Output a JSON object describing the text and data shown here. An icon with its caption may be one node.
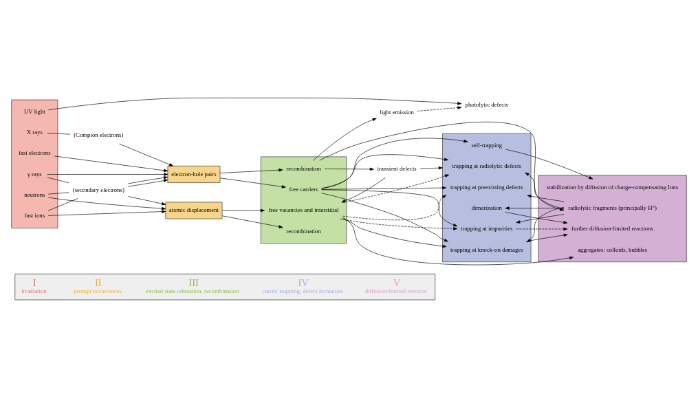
{
  "diagram": {
    "nodes": [
      {
        "text": [],
        "shape": "box"
      },
      {
        "text": [
          "I",
          "irradiation"
        ],
        "in": 0
      },
      {
        "text": [
          "II",
          "prompt occurrences"
        ],
        "in": 0
      },
      {
        "text": [
          "III",
          "excited state relaxation, recombination"
        ],
        "in": 0
      },
      {
        "text": [
          "IV",
          "carrier trapping, defect formation"
        ],
        "in": 0
      },
      {
        "text": [
          "V",
          "diffusion-limited reaction"
        ],
        "in": 0
      },
      {
        "text": [],
        "shape": "box"
      },
      {
        "text": [
          "UV light"
        ],
        "in": 6
      },
      {
        "text": [
          "X rays"
        ],
        "in": 6
      },
      {
        "text": [
          "γ rays"
        ],
        "in": 6
      },
      {
        "text": [
          "fast electrons"
        ],
        "in": 6
      },
      {
        "text": [
          "neutrons"
        ],
        "in": 6
      },
      {
        "text": [
          "fast ions"
        ],
        "in": 6
      },
      {
        "text": [
          "(Compton electrons)"
        ]
      },
      {
        "text": [
          "(secondary electrons)"
        ]
      },
      {
        "text": [
          "electron-hole pairs"
        ]
      },
      {
        "text": [
          "atomic displacement"
        ]
      },
      {
        "text": [
          "photolytic defects"
        ]
      },
      {
        "text": [
          "light emission"
        ]
      },
      {
        "text": [],
        "shape": "box"
      },
      {
        "text": [
          "recombination"
        ],
        "in": 19
      },
      {
        "text": [
          "free carriers"
        ],
        "in": 19
      },
      {
        "text": [
          "free vacancies and interstitial"
        ],
        "in": 19
      },
      {
        "text": [
          "recombination"
        ],
        "in": 19
      },
      {
        "text": [
          "transient defects"
        ]
      },
      {
        "text": [],
        "shape": "box"
      },
      {
        "text": [
          "trapping at radiolytic defects"
        ],
        "in": 25
      },
      {
        "text": [
          "trapping at preexisting defects"
        ],
        "in": 25
      },
      {
        "text": [
          "trapping at impurities"
        ],
        "in": 25
      },
      {
        "text": [
          "trapping at knock-on damages"
        ],
        "in": 25
      },
      {
        "text": [
          "dimerization"
        ],
        "in": 25
      },
      {
        "text": [
          "self-trapping"
        ],
        "in": 25
      },
      {
        "text": [],
        "shape": "box"
      },
      {
        "text": [
          "radiolytic fragments (principally H°)"
        ],
        "in": 32
      },
      {
        "text": [
          "further diffusion-limited reactions"
        ],
        "in": 32
      },
      {
        "text": [
          "stabilization by diffusion of charge-compensating Ions"
        ],
        "in": 32
      },
      {
        "text": [
          "aggregates: colloids, bubbles"
        ],
        "in": 32
      }
    ],
    "edges": [
      {
        "from": 7,
        "to": 17,
        "arrow": "to"
      },
      {
        "from": 8,
        "to": 13,
        "arrow": "none"
      },
      {
        "from": 13,
        "to": 15,
        "arrow": "to"
      },
      {
        "from": 9,
        "to": 15,
        "arrow": "to"
      },
      {
        "from": 9,
        "to": 14,
        "arrow": "none"
      },
      {
        "from": 10,
        "to": 15,
        "arrow": "to"
      },
      {
        "from": 14,
        "to": 15,
        "arrow": "to"
      },
      {
        "from": 14,
        "to": 15,
        "arrow": "to"
      },
      {
        "from": 11,
        "to": 14,
        "arrow": "none"
      },
      {
        "from": 12,
        "to": 14,
        "arrow": "none"
      },
      {
        "from": 14,
        "to": 16,
        "arrow": "to"
      },
      {
        "from": 11,
        "to": 16,
        "arrow": "to"
      },
      {
        "from": 12,
        "to": 16,
        "arrow": "to"
      },
      {
        "from": 15,
        "to": 20,
        "arrow": "to"
      },
      {
        "from": 15,
        "to": 21,
        "arrow": "to"
      },
      {
        "from": 16,
        "to": 22,
        "arrow": "to"
      },
      {
        "from": 16,
        "to": 23,
        "arrow": "to"
      },
      {
        "from": 20,
        "to": 18,
        "arrow": "to"
      },
      {
        "from": 18,
        "to": 17,
        "arrow": "to",
        "style": "dashed"
      },
      {
        "from": 20,
        "to": 24,
        "arrow": "to"
      },
      {
        "from": 20,
        "to": 33,
        "arrow": "to"
      },
      {
        "from": 24,
        "to": 22,
        "arrow": "to"
      },
      {
        "from": 24,
        "to": 25,
        "arrow": "to"
      },
      {
        "from": 21,
        "to": 26,
        "arrow": "to"
      },
      {
        "from": 21,
        "to": 27,
        "arrow": "to"
      },
      {
        "from": 21,
        "to": 28,
        "arrow": "to"
      },
      {
        "from": 21,
        "to": 29,
        "arrow": "to"
      },
      {
        "from": 21,
        "to": 31,
        "arrow": "to"
      },
      {
        "from": 22,
        "to": 26,
        "arrow": "to",
        "style": "dashed"
      },
      {
        "from": 22,
        "to": 27,
        "arrow": "to",
        "style": "dashed"
      },
      {
        "from": 22,
        "to": 28,
        "arrow": "to",
        "style": "dashed"
      },
      {
        "from": 22,
        "to": 29,
        "arrow": "to"
      },
      {
        "from": 22,
        "to": 36,
        "arrow": "to"
      },
      {
        "from": 33,
        "to": 26,
        "arrow": "to"
      },
      {
        "from": 33,
        "to": 27,
        "arrow": "to"
      },
      {
        "from": 33,
        "to": 28,
        "arrow": "to"
      },
      {
        "from": 33,
        "to": 29,
        "arrow": "to"
      },
      {
        "from": 33,
        "to": 30,
        "arrow": "to"
      },
      {
        "from": 28,
        "to": 34,
        "arrow": "to",
        "style": "dashed"
      },
      {
        "from": 29,
        "to": 34,
        "arrow": "to"
      },
      {
        "from": 30,
        "to": 34,
        "arrow": "to"
      },
      {
        "from": 31,
        "to": 35,
        "arrow": "to"
      }
    ]
  }
}
